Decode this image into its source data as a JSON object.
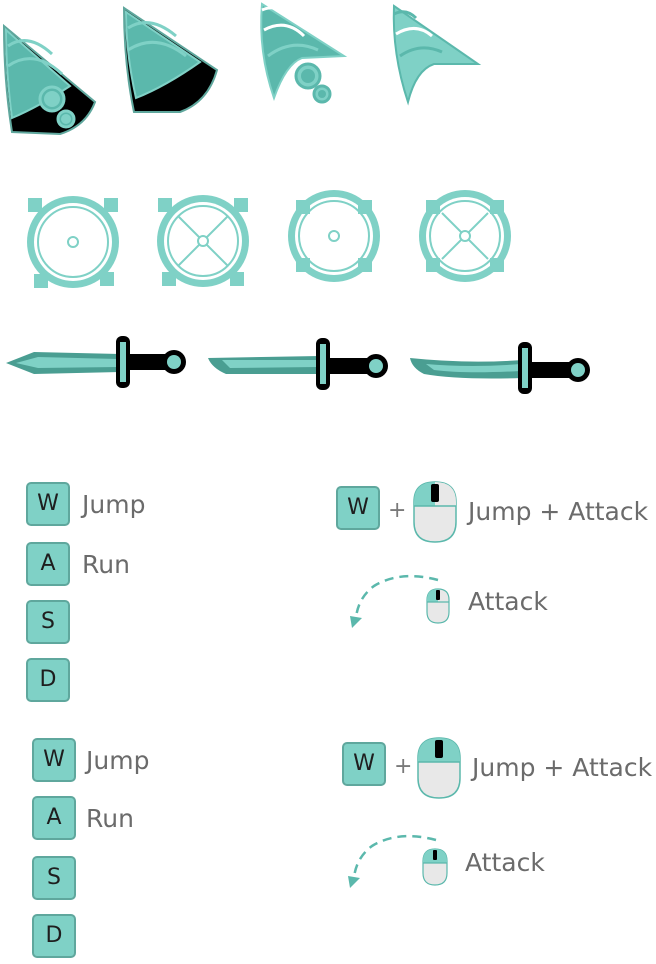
{
  "colors": {
    "teal_light": "#7fd1c6",
    "teal_mid": "#5bb8ac",
    "teal_dark": "#4a9e92",
    "outline": "#000000",
    "label_gray": "#6b6b6b",
    "mouse_fill": "#e8e8e8"
  },
  "cursors": {
    "items": [
      {
        "icon": "arrow-cursor-solid-icon",
        "style": "filled-dark-with-dots"
      },
      {
        "icon": "arrow-cursor-solid-plain-icon",
        "style": "filled-dark"
      },
      {
        "icon": "arrow-cursor-light-dots-icon",
        "style": "light-with-dots"
      },
      {
        "icon": "arrow-cursor-light-icon",
        "style": "light"
      }
    ]
  },
  "crosshairs": {
    "items": [
      {
        "icon": "crosshair-dot-icon",
        "style": "dot-corners"
      },
      {
        "icon": "crosshair-cross-icon",
        "style": "cross-corners"
      },
      {
        "icon": "crosshair-dot-brackets-icon",
        "style": "dot-brackets"
      },
      {
        "icon": "crosshair-cross-brackets-icon",
        "style": "cross-brackets"
      }
    ]
  },
  "swords": {
    "items": [
      {
        "icon": "dagger-sword-icon",
        "style": "straight-dagger"
      },
      {
        "icon": "long-sword-icon",
        "style": "straight-long"
      },
      {
        "icon": "curved-sword-icon",
        "style": "curved"
      }
    ]
  },
  "controls_set_1": {
    "keys": [
      {
        "key": "W",
        "action": "Jump"
      },
      {
        "key": "A",
        "action": "Run"
      },
      {
        "key": "S",
        "action": ""
      },
      {
        "key": "D",
        "action": ""
      }
    ],
    "combo": {
      "key": "W",
      "plus": "+",
      "action": "Jump + Attack"
    },
    "click": {
      "action": "Attack"
    }
  },
  "controls_set_2": {
    "keys": [
      {
        "key": "W",
        "action": "Jump"
      },
      {
        "key": "A",
        "action": "Run"
      },
      {
        "key": "S",
        "action": ""
      },
      {
        "key": "D",
        "action": ""
      }
    ],
    "combo": {
      "key": "W",
      "plus": "+",
      "action": "Jump + Attack"
    },
    "click": {
      "action": "Attack"
    }
  }
}
